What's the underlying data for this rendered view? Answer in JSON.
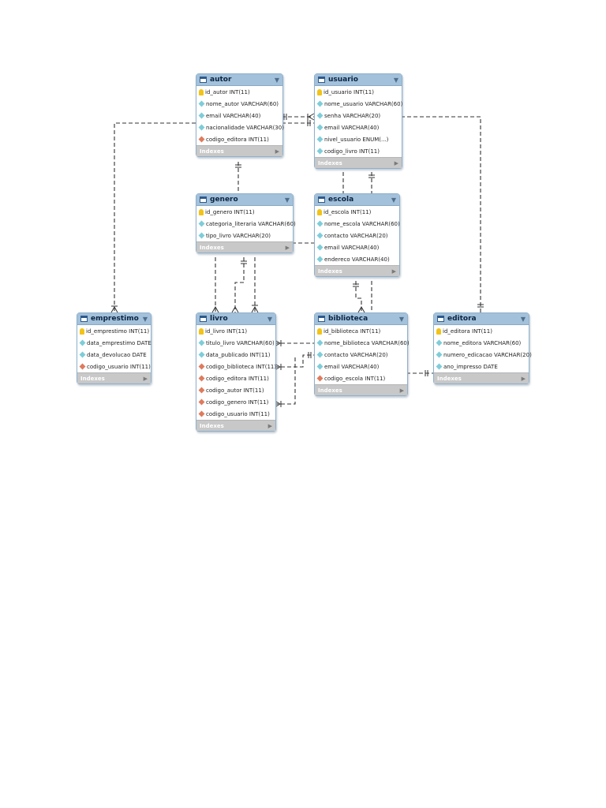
{
  "entities": {
    "autor": {
      "title": "autor",
      "toggle_icon": "chevron-down-icon",
      "columns": [
        {
          "text": "id_autor INT(11)",
          "kind": "pk"
        },
        {
          "text": "nome_autor VARCHAR(60)",
          "kind": "col"
        },
        {
          "text": "email VARCHAR(40)",
          "kind": "col"
        },
        {
          "text": "nacionalidade VARCHAR(30)",
          "kind": "col"
        },
        {
          "text": "codigo_editora INT(11)",
          "kind": "fk"
        }
      ],
      "indexes_label": "Indexes"
    },
    "usuario": {
      "title": "usuario",
      "toggle_icon": "chevron-down-icon",
      "columns": [
        {
          "text": "id_usuario INT(11)",
          "kind": "pk"
        },
        {
          "text": "nome_usuario VARCHAR(60)",
          "kind": "col"
        },
        {
          "text": "senha VARCHAR(20)",
          "kind": "col"
        },
        {
          "text": "email VARCHAR(40)",
          "kind": "col"
        },
        {
          "text": "nivel_usuario ENUM(...)",
          "kind": "col"
        },
        {
          "text": "codigo_livro INT(11)",
          "kind": "col"
        }
      ],
      "indexes_label": "Indexes"
    },
    "genero": {
      "title": "genero",
      "toggle_icon": "chevron-down-icon",
      "columns": [
        {
          "text": "id_genero INT(11)",
          "kind": "pk"
        },
        {
          "text": "categoria_literaria VARCHAR(60)",
          "kind": "col"
        },
        {
          "text": "tipo_livro VARCHAR(20)",
          "kind": "col"
        }
      ],
      "indexes_label": "Indexes"
    },
    "escola": {
      "title": "escola",
      "toggle_icon": "chevron-down-icon",
      "columns": [
        {
          "text": "id_escola INT(11)",
          "kind": "pk"
        },
        {
          "text": "nome_escola VARCHAR(60)",
          "kind": "col"
        },
        {
          "text": "contacto VARCHAR(20)",
          "kind": "col"
        },
        {
          "text": "email VARCHAR(40)",
          "kind": "col"
        },
        {
          "text": "endereco VARCHAR(40)",
          "kind": "col"
        }
      ],
      "indexes_label": "Indexes"
    },
    "emprestimo": {
      "title": "emprestimo",
      "toggle_icon": "chevron-down-icon",
      "columns": [
        {
          "text": "id_emprestimo INT(11)",
          "kind": "pk"
        },
        {
          "text": "data_emprestimo DATE",
          "kind": "col"
        },
        {
          "text": "data_devolucao DATE",
          "kind": "col"
        },
        {
          "text": "codigo_usuario INT(11)",
          "kind": "fk"
        }
      ],
      "indexes_label": "Indexes"
    },
    "livro": {
      "title": "livro",
      "toggle_icon": "chevron-down-icon",
      "columns": [
        {
          "text": "id_livro INT(11)",
          "kind": "pk"
        },
        {
          "text": "titulo_livro VARCHAR(60)",
          "kind": "col"
        },
        {
          "text": "data_publicado INT(11)",
          "kind": "col"
        },
        {
          "text": "codigo_biblioteca INT(11)",
          "kind": "fk"
        },
        {
          "text": "codigo_editora INT(11)",
          "kind": "fk"
        },
        {
          "text": "codigo_autor INT(11)",
          "kind": "fk"
        },
        {
          "text": "codigo_genero INT(11)",
          "kind": "fk"
        },
        {
          "text": "codigo_usuario INT(11)",
          "kind": "fk"
        }
      ],
      "indexes_label": "Indexes"
    },
    "biblioteca": {
      "title": "biblioteca",
      "toggle_icon": "chevron-down-icon",
      "columns": [
        {
          "text": "id_biblioteca INT(11)",
          "kind": "pk"
        },
        {
          "text": "nome_biblioteca VARCHAR(60)",
          "kind": "col"
        },
        {
          "text": "contacto VARCHAR(20)",
          "kind": "col"
        },
        {
          "text": "email VARCHAR(40)",
          "kind": "col"
        },
        {
          "text": "codigo_escola INT(11)",
          "kind": "fk"
        }
      ],
      "indexes_label": "Indexes"
    },
    "editora": {
      "title": "editora",
      "toggle_icon": "chevron-down-icon",
      "columns": [
        {
          "text": "id_editora INT(11)",
          "kind": "pk"
        },
        {
          "text": "nome_editora VARCHAR(60)",
          "kind": "col"
        },
        {
          "text": "numero_edicacao VARCHAR(20)",
          "kind": "col"
        },
        {
          "text": "ano_impresso DATE",
          "kind": "col"
        }
      ],
      "indexes_label": "Indexes"
    }
  },
  "column_icons": {
    "pk": "primary-key-icon",
    "col": "column-icon",
    "fk": "foreign-key-icon"
  },
  "colors": {
    "header": "#a3c1da",
    "indexes_bar": "#c8c8c8",
    "primary_key": "#f2c318",
    "column": "#7ecdd9",
    "foreign_key": "#df7b5d",
    "relationship_line": "#333333"
  },
  "relationships": [
    {
      "from": "autor",
      "to": "usuario",
      "from_end": "one",
      "to_end": "many"
    },
    {
      "from": "autor",
      "to": "emprestimo",
      "from_end": "one",
      "to_end": "many"
    },
    {
      "from": "usuario",
      "to": "editora",
      "from_end": "one",
      "to_end": "one"
    },
    {
      "from": "autor",
      "to": "genero",
      "from_end": "one",
      "to_end": "many"
    },
    {
      "from": "usuario",
      "to": "escola",
      "from_end": "one",
      "to_end": "one"
    },
    {
      "from": "genero",
      "to": "escola",
      "from_end": "one",
      "to_end": "one"
    },
    {
      "from": "genero",
      "to": "livro",
      "from_end": "one",
      "to_end": "many"
    },
    {
      "from": "escola",
      "to": "biblioteca",
      "from_end": "one",
      "to_end": "many"
    },
    {
      "from": "livro",
      "to": "biblioteca",
      "from_end": "many",
      "to_end": "one"
    },
    {
      "from": "biblioteca",
      "to": "editora",
      "from_end": "one",
      "to_end": "one"
    }
  ]
}
